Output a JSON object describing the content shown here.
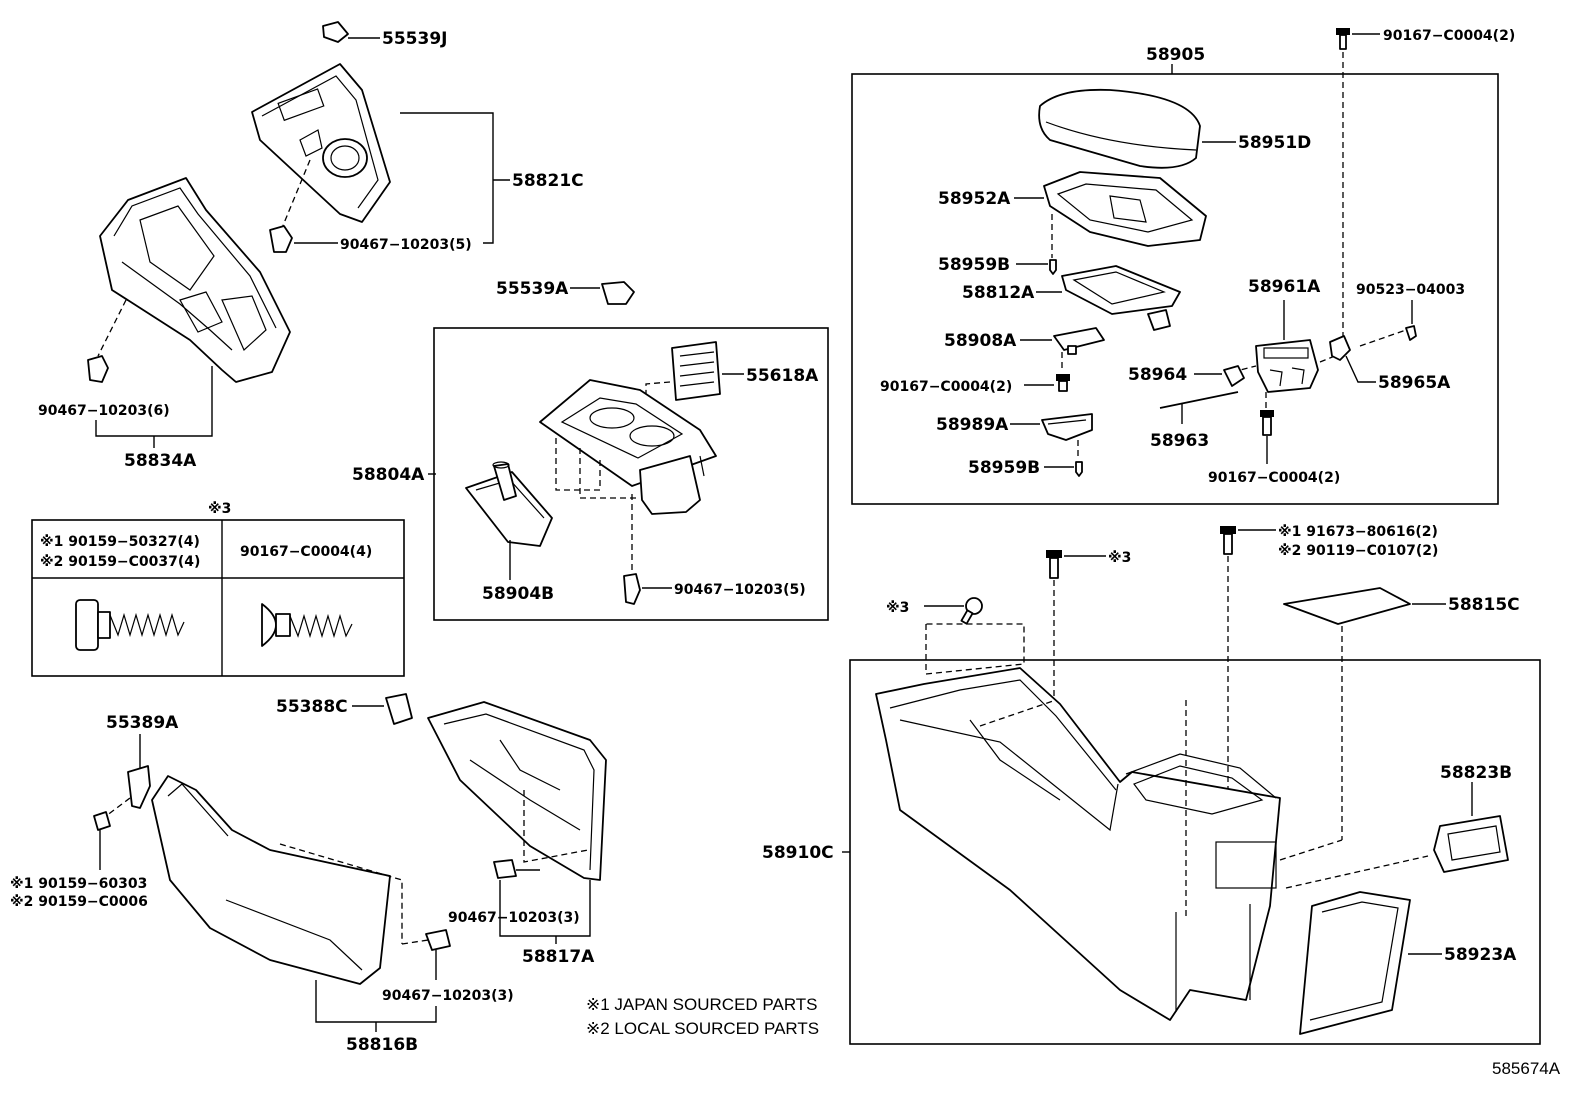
{
  "labels": {
    "p55539J": "55539J",
    "p58821C": "58821C",
    "p90467_10203_5_top": "90467−10203(5)",
    "p90467_10203_6": "90467−10203(6)",
    "p58834A": "58834A",
    "p55539A": "55539A",
    "p55618A": "55618A",
    "p58804A": "58804A",
    "p58904B": "58904B",
    "p90467_10203_5_cup": "90467−10203(5)",
    "p58905": "58905",
    "p90167_C0004_2_top": "90167−C0004(2)",
    "p58951D": "58951D",
    "p58952A": "58952A",
    "p58959B_1": "58959B",
    "p58812A": "58812A",
    "p58961A": "58961A",
    "p90523_04003": "90523−04003",
    "p58908A": "58908A",
    "p58964": "58964",
    "p58965A": "58965A",
    "p90167_C0004_2_left": "90167−C0004(2)",
    "p58963": "58963",
    "p58989A": "58989A",
    "p58959B_2": "58959B",
    "p90167_C0004_2_bottom": "90167−C0004(2)",
    "p91673_80616": "※1 91673−80616(2)",
    "p90119_C0107": "※2 90119−C0107(2)",
    "p_ref3_top": "※3",
    "p_ref3_left": "※3",
    "p58815C": "58815C",
    "p58910C": "58910C",
    "p58823B": "58823B",
    "p58923A": "58923A",
    "p55388C": "55388C",
    "p55389A": "55389A",
    "p90159_60303": "※1 90159−60303",
    "p90159_C0006": "※2 90159−C0006",
    "p90467_10203_3_mid": "90467−10203(3)",
    "p58817A": "58817A",
    "p90467_10203_3_low": "90467−10203(3)",
    "p58816B": "58816B"
  },
  "legend_table": {
    "title": "※3",
    "left_line1": "※1 90159−50327(4)",
    "left_line2": "※2 90159−C0037(4)",
    "right_line1": "90167−C0004(4)"
  },
  "notes": {
    "japan": "※1 JAPAN SOURCED PARTS",
    "local": "※2 LOCAL SOURCED PARTS"
  },
  "diagram_id": "585674A"
}
